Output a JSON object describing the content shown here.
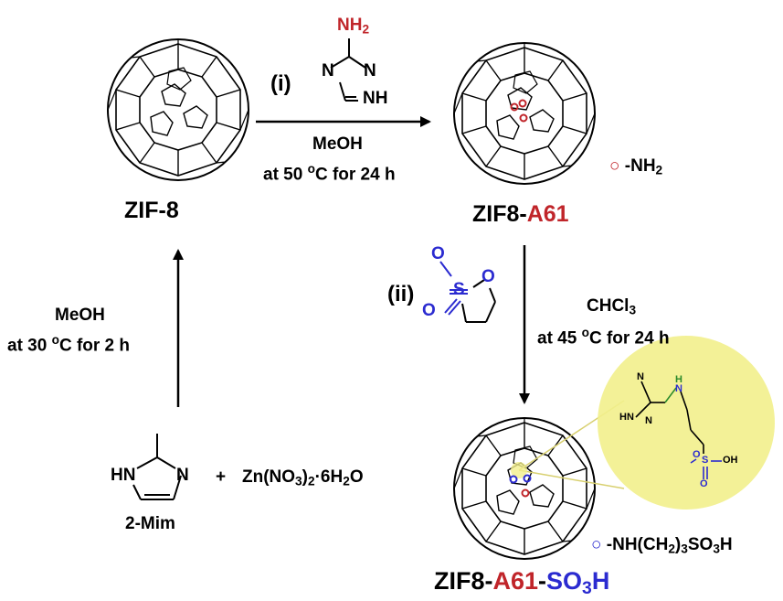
{
  "compounds": {
    "zif8": "ZIF-8",
    "zif8_a61": {
      "a": "ZIF8-",
      "b": "A61"
    },
    "zif8_a61_so3h": {
      "a": "ZIF8-",
      "b": "A61",
      "c": "-",
      "d": "SO",
      "sub": "3",
      "e": "H"
    },
    "mim": "2-Mim",
    "zinc": {
      "a": "Zn(NO",
      "s1": "3",
      "b": ")",
      "s2": "2",
      "c": "·6H",
      "s3": "2",
      "d": "O"
    },
    "plus": "+"
  },
  "steps": {
    "i": "(i)",
    "ii": "(ii)"
  },
  "conditions": {
    "step1": {
      "solvent": "MeOH",
      "temp_pre": "at 50 ",
      "deg": "o",
      "temp_post": "C for 24 h"
    },
    "step2": {
      "solvent": "CHCl",
      "sub": "3",
      "temp_pre": "at 45 ",
      "deg": "o",
      "temp_post": "C for 24 h"
    },
    "synth": {
      "solvent": "MeOH",
      "temp_pre": "at 30 ",
      "deg": "o",
      "temp_post": "C for 2 h"
    }
  },
  "legend": {
    "amine": {
      "a": "-NH",
      "sub": "2"
    },
    "sulfo": {
      "a": "-NH(CH",
      "s1": "2",
      "b": ")",
      "s2": "3",
      "c": "SO",
      "s3": "3",
      "d": "H"
    }
  },
  "atoms": {
    "nh2": {
      "a": "NH",
      "sub": "2"
    },
    "N": "N",
    "NH": "NH",
    "HN": "HN",
    "O": "O",
    "S": "S",
    "H": "H",
    "HN_small": "HN",
    "OH": "OH"
  },
  "colors": {
    "red": "#c0252a",
    "blue": "#2b2bd0",
    "highlight": "#f2ef8c"
  }
}
